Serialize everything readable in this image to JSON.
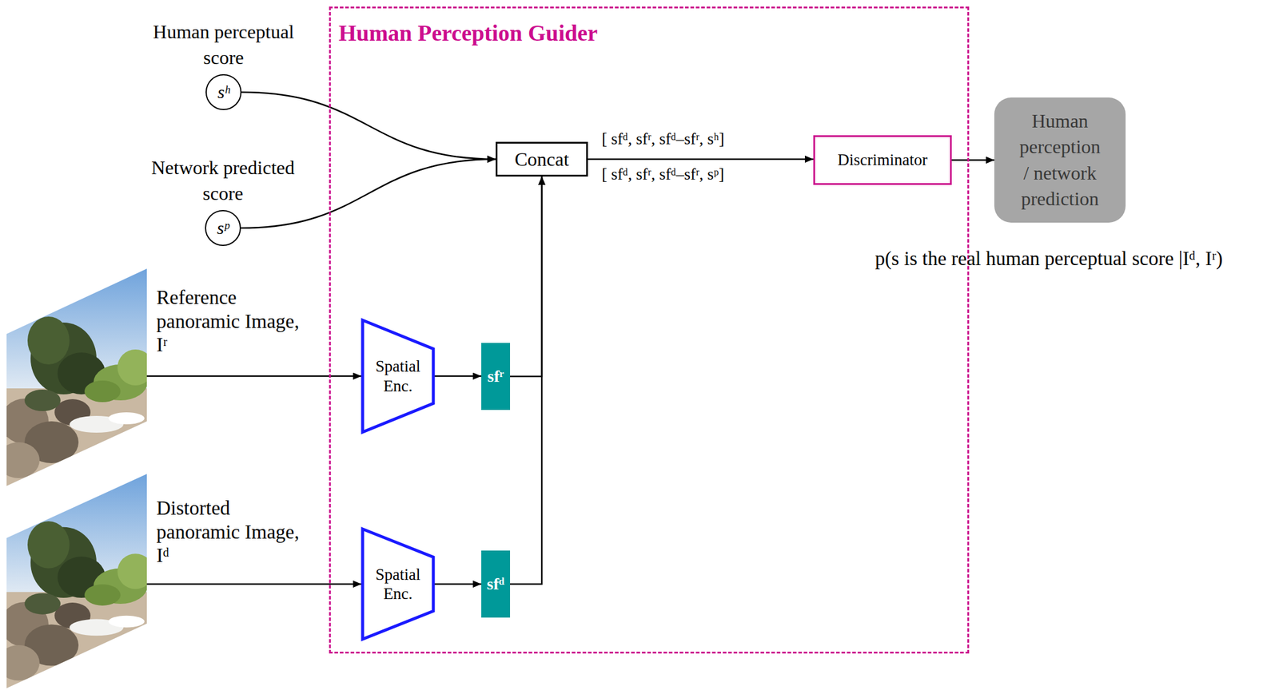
{
  "diagram": {
    "nodes": [
      {
        "text": [
          "Human Perception Guider"
        ]
      },
      {
        "text": [
          "Human perceptual score",
          "sʰ"
        ]
      },
      {
        "text": [
          "Network predicted score",
          "sᵖ"
        ]
      },
      {
        "text": [
          "Concat"
        ],
        "in": 0
      },
      {
        "text": [
          "Discriminator"
        ],
        "in": 0
      },
      {
        "text": [
          "Human perception / network prediction"
        ]
      },
      {
        "text": [
          "Reference panoramic Image, Iʳ"
        ]
      },
      {
        "text": [
          "Spatial Enc."
        ],
        "in": 0
      },
      {
        "text": [
          "sfʳ"
        ],
        "in": 0
      },
      {
        "text": [
          "Distorted panoramic Image, Iᵈ"
        ]
      },
      {
        "text": [
          "Spatial Enc."
        ],
        "in": 0
      },
      {
        "text": [
          "sfᵈ"
        ],
        "in": 0
      }
    ],
    "edges": [
      {
        "from": 1,
        "to": 3,
        "arrow": "to"
      },
      {
        "from": 2,
        "to": 3,
        "arrow": "to"
      },
      {
        "from": 3,
        "to": 4,
        "arrow": "to"
      },
      {
        "from": 4,
        "to": 5,
        "arrow": "to"
      },
      {
        "from": 6,
        "to": 7,
        "arrow": "to"
      },
      {
        "from": 7,
        "to": 8,
        "arrow": "to"
      },
      {
        "from": 9,
        "to": 10,
        "arrow": "to"
      },
      {
        "from": 10,
        "to": 11,
        "arrow": "to"
      },
      {
        "from": 8,
        "to": 3,
        "arrow": "to"
      },
      {
        "from": 11,
        "to": 3,
        "arrow": "to"
      }
    ],
    "labels": [
      "[ sfᵈ, sfʳ, sfᵈ–sfʳ, sʰ]",
      "[ sfᵈ, sfʳ, sfᵈ–sfʳ, sᵖ]",
      "p(s is the real human perceptual score |Iᵈ, Iʳ)"
    ]
  }
}
